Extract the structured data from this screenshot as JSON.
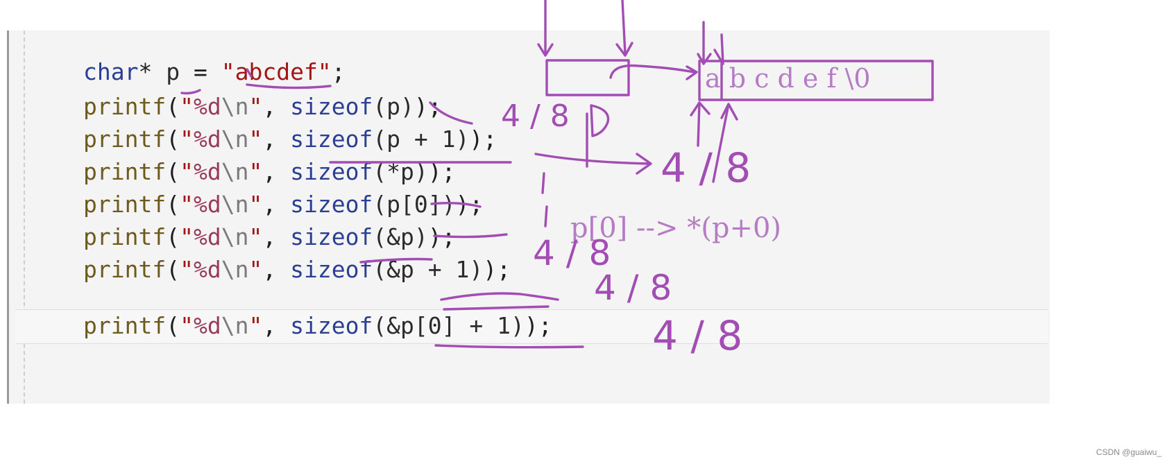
{
  "code_lines": [
    {
      "type": "decl",
      "type_kw": "char",
      "star": "*",
      "var": "p",
      "eq": "=",
      "literal": "\"abcdef\"",
      "end": ";"
    },
    {
      "type": "call",
      "fn": "printf",
      "open": "(",
      "fmt_q1": "\"",
      "fmt_pct": "%d",
      "fmt_esc": "\\n",
      "fmt_q2": "\"",
      "comma": ",",
      "op": "sizeof",
      "arg": "(p)",
      "close": ");"
    },
    {
      "type": "call",
      "fn": "printf",
      "open": "(",
      "fmt_q1": "\"",
      "fmt_pct": "%d",
      "fmt_esc": "\\n",
      "fmt_q2": "\"",
      "comma": ",",
      "op": "sizeof",
      "arg": "(p + 1)",
      "close": ");"
    },
    {
      "type": "call",
      "fn": "printf",
      "open": "(",
      "fmt_q1": "\"",
      "fmt_pct": "%d",
      "fmt_esc": "\\n",
      "fmt_q2": "\"",
      "comma": ",",
      "op": "sizeof",
      "arg": "(*p)",
      "close": ");"
    },
    {
      "type": "call",
      "fn": "printf",
      "open": "(",
      "fmt_q1": "\"",
      "fmt_pct": "%d",
      "fmt_esc": "\\n",
      "fmt_q2": "\"",
      "comma": ",",
      "op": "sizeof",
      "arg": "(p[0])",
      "close": ");"
    },
    {
      "type": "call",
      "fn": "printf",
      "open": "(",
      "fmt_q1": "\"",
      "fmt_pct": "%d",
      "fmt_esc": "\\n",
      "fmt_q2": "\"",
      "comma": ",",
      "op": "sizeof",
      "arg": "(&p)",
      "close": ");"
    },
    {
      "type": "call",
      "fn": "printf",
      "open": "(",
      "fmt_q1": "\"",
      "fmt_pct": "%d",
      "fmt_esc": "\\n",
      "fmt_q2": "\"",
      "comma": ",",
      "op": "sizeof",
      "arg": "(&p + 1)",
      "close": ");"
    },
    {
      "type": "call",
      "fn": "printf",
      "open": "(",
      "fmt_q1": "\"",
      "fmt_pct": "%d",
      "fmt_esc": "\\n",
      "fmt_q2": "\"",
      "comma": ",",
      "op": "sizeof",
      "arg": "(&p[0] + 1)",
      "close": ");"
    }
  ],
  "annotations": {
    "memory_cells": "a b c d e f \\0",
    "line1_answer": "4 / 8",
    "line2_answer": "4 / 8",
    "line5_note": "p[0] --> *(p+0)",
    "line6_answer": "4 / 8",
    "line7_answer": "4 / 8",
    "line8_answer": "4 / 8"
  },
  "watermark": "CSDN @guaiwu_",
  "colors": {
    "editor_bg": "#f4f4f4",
    "keyword": "#2a3f93",
    "function": "#6e5a1c",
    "string": "#a31515",
    "annotation_ink": "#a24cb4"
  }
}
